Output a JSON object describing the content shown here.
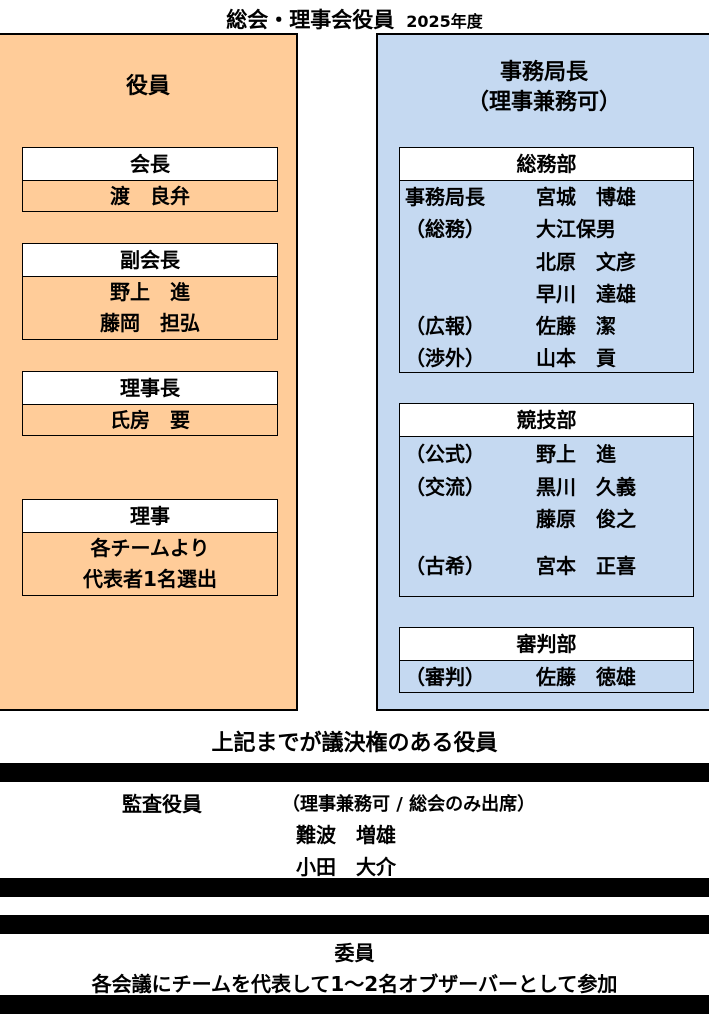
{
  "title": "総会・理事会役員",
  "year": "2025年度",
  "left": {
    "heading": "役員",
    "boxes": [
      {
        "title": "会長",
        "lines": [
          "渡　良弁"
        ]
      },
      {
        "title": "副会長",
        "lines": [
          "野上　進",
          "藤岡　担弘"
        ]
      },
      {
        "title": "理事長",
        "lines": [
          "氏房　要"
        ]
      },
      {
        "title": "理事",
        "lines": [
          "各チームより",
          "代表者1名選出"
        ]
      }
    ]
  },
  "right": {
    "heading": "事務局長",
    "subheading": "（理事兼務可）",
    "depts": [
      {
        "title": "総務部",
        "rows": [
          [
            "事務局長",
            "宮城　博雄"
          ],
          [
            "（総務）",
            "大江保男"
          ],
          [
            "",
            "北原　文彦"
          ],
          [
            "",
            "早川　達雄"
          ],
          [
            "（広報）",
            "佐藤　潔"
          ],
          [
            "（渉外）",
            "山本　貢"
          ]
        ]
      },
      {
        "title": "競技部",
        "rows": [
          [
            "（公式）",
            "野上　進"
          ],
          [
            "（交流）",
            "黒川　久義"
          ],
          [
            "",
            "藤原　俊之"
          ],
          [
            "（古希）",
            "宮本　正喜"
          ]
        ]
      },
      {
        "title": "審判部",
        "rows": [
          [
            "（審判）",
            "佐藤　徳雄"
          ]
        ]
      }
    ]
  },
  "note": "上記までが議決権のある役員",
  "auditors": {
    "title": "監査役員",
    "note": "（理事兼務可 / 総会のみ出席）",
    "names": [
      "難波　増雄",
      "小田　大介"
    ]
  },
  "committee": {
    "title": "委員",
    "desc": "各会議にチームを代表して1～2名オブザーバーとして参加"
  }
}
